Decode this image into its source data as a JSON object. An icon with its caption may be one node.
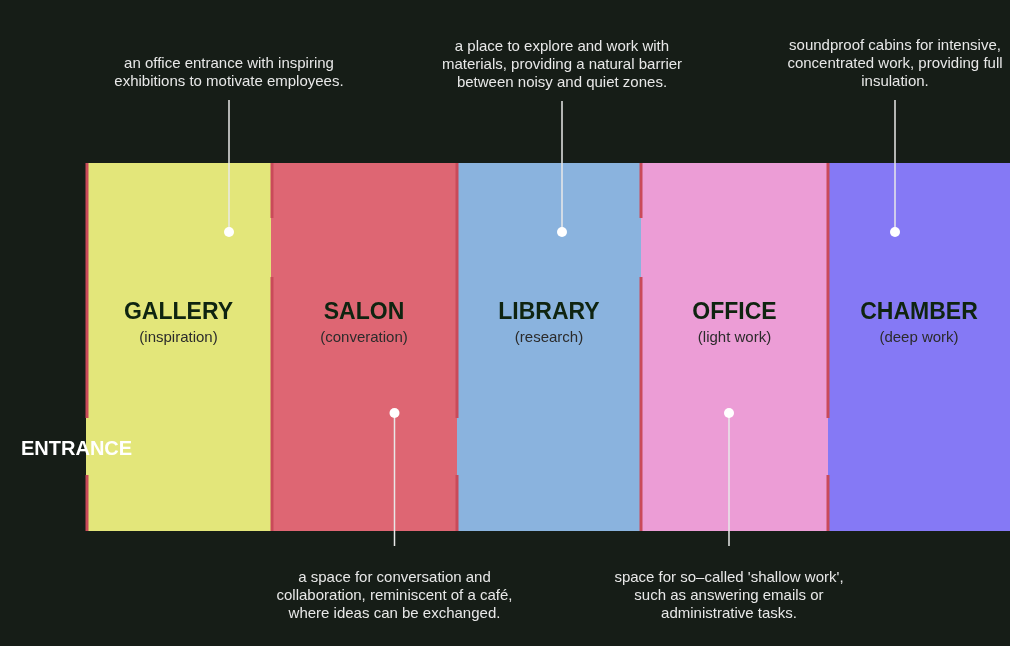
{
  "diagram": {
    "nodes": [
      {
        "text": [
          "GALLERY",
          "(inspiration)"
        ]
      },
      {
        "text": [
          "SALON",
          "(converation)"
        ]
      },
      {
        "text": [
          "LIBRARY",
          "(research)"
        ]
      },
      {
        "text": [
          "OFFICE",
          "(light work)"
        ]
      },
      {
        "text": [
          "CHAMBER",
          "(deep work)"
        ]
      },
      {
        "text": [
          "an office entrance with inspiring exhibitions to motivate employees."
        ]
      },
      {
        "text": [
          "a place to explore and work with materials, providing a natural barrier between noisy and quiet zones."
        ]
      },
      {
        "text": [
          "soundproof cabins for intensive, concentrated work, providing full insulation."
        ]
      },
      {
        "text": [
          "a space for conversation and collaboration, reminiscent of a café, where ideas can be exchanged."
        ]
      },
      {
        "text": [
          "space for so–called 'shallow work', such as answering emails or administrative tasks."
        ]
      }
    ],
    "edges": [
      {
        "from": 5,
        "to": 0,
        "arrow": "other"
      },
      {
        "from": 6,
        "to": 2,
        "arrow": "other"
      },
      {
        "from": 7,
        "to": 4,
        "arrow": "other"
      },
      {
        "from": 8,
        "to": 1,
        "arrow": "other"
      },
      {
        "from": 9,
        "to": 3,
        "arrow": "other"
      }
    ],
    "labels": [
      "ENTRANCE"
    ]
  }
}
